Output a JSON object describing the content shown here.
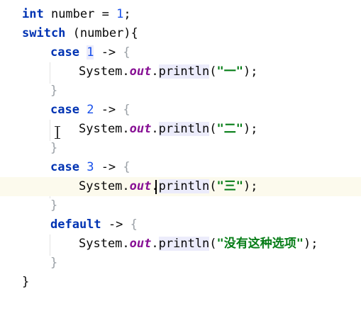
{
  "code": {
    "l1": {
      "kw": "int",
      "rest": " number = ",
      "num": "1",
      "end": ";"
    },
    "l2": {
      "kw": "switch",
      "rest": " (number){"
    },
    "case1": {
      "kw": "case",
      "num": "1",
      "arrow": " -> ",
      "brace": "{",
      "sys": "System.",
      "field": "out",
      "dot": ".",
      "method": "println",
      "open": "(",
      "str": "\"一\"",
      "close": ");",
      "end": "}"
    },
    "case2": {
      "kw": "case",
      "num": "2",
      "arrow": " -> ",
      "brace": "{",
      "sys": "System.",
      "field": "out",
      "dot": ".",
      "method": "println",
      "open": "(",
      "str": "\"二\"",
      "close": ");",
      "end": "}"
    },
    "case3": {
      "kw": "case",
      "num": "3",
      "arrow": " -> ",
      "brace": "{",
      "sys": "System.",
      "field": "out",
      "dot": ".",
      "method": "println",
      "open": "(",
      "str": "\"三\"",
      "close": ");",
      "end": "}"
    },
    "def": {
      "kw": "default",
      "arrow": " -> ",
      "brace": "{",
      "sys": "System.",
      "field": "out",
      "dot": ".",
      "method": "println",
      "open": "(",
      "str": "\"没有这种选项\"",
      "close": ");",
      "end": "}"
    },
    "closing": "}"
  },
  "colors": {
    "keyword": "#0033b3",
    "number": "#1750eb",
    "field": "#871094",
    "string": "#067d17",
    "current_line": "#fcfaed",
    "method_highlight": "#ececfb"
  }
}
